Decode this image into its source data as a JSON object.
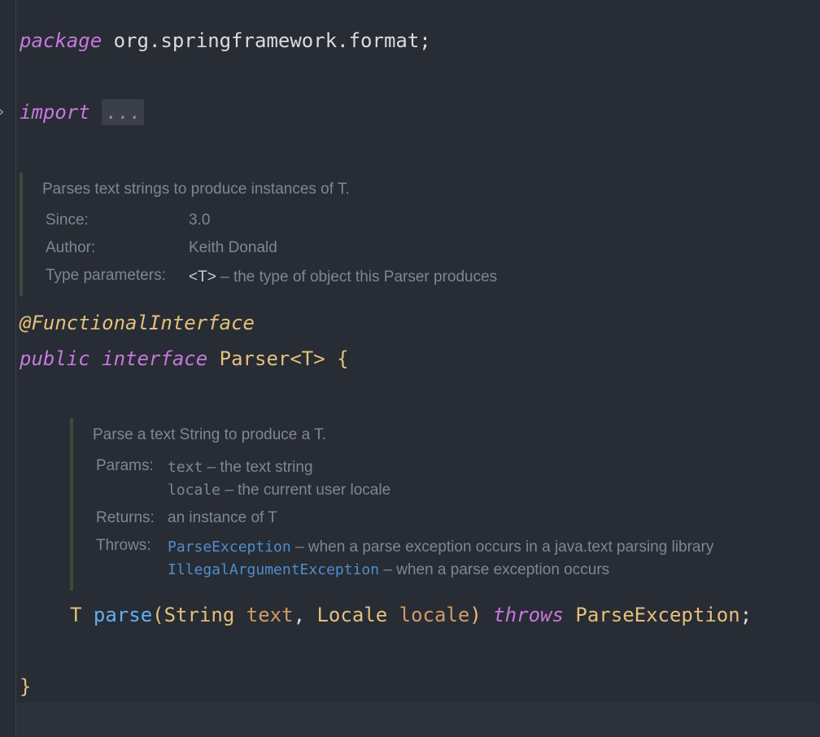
{
  "package_line": {
    "keyword": "package",
    "name": "org.springframework.format",
    "semicolon": ";"
  },
  "import_line": {
    "keyword": "import",
    "folded": "..."
  },
  "class_doc": {
    "summary": "Parses text strings to produce instances of T.",
    "since_label": "Since:",
    "since_value": "3.0",
    "author_label": "Author:",
    "author_value": "Keith Donald",
    "type_params_label": "Type parameters:",
    "type_param_name": "<T>",
    "type_param_desc": "– the type of object this Parser produces"
  },
  "annotation": "@FunctionalInterface",
  "declaration": {
    "kw_public": "public",
    "kw_interface": "interface",
    "name": "Parser<T>",
    "open_brace": "{"
  },
  "method_doc": {
    "summary": "Parse a text String to produce a T.",
    "params_label": "Params:",
    "params": [
      {
        "name": "text",
        "desc": "– the text string"
      },
      {
        "name": "locale",
        "desc": "– the current user locale"
      }
    ],
    "returns_label": "Returns:",
    "returns_value": "an instance of T",
    "throws_label": "Throws:",
    "throws": [
      {
        "name": "ParseException",
        "desc": "– when a parse exception occurs in a java.text parsing library"
      },
      {
        "name": "IllegalArgumentException",
        "desc": "– when a parse exception occurs"
      }
    ]
  },
  "method_signature": {
    "return_type": "T",
    "name": "parse",
    "open_paren": "(",
    "p1_type": "String",
    "p1_name": "text",
    "comma": ",",
    "p2_type": "Locale",
    "p2_name": "locale",
    "close_paren": ")",
    "kw_throws": "throws",
    "exception": "ParseException",
    "semicolon": ";"
  },
  "close_brace": "}"
}
